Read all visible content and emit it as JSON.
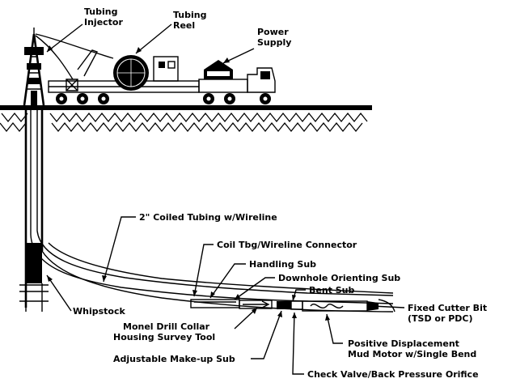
{
  "labels": {
    "tubing_injector": [
      "Tubing",
      "Injector"
    ],
    "tubing_reel": [
      "Tubing",
      "Reel"
    ],
    "power_supply": [
      "Power",
      "Supply"
    ],
    "coiled_tubing": "2\" Coiled Tubing w/Wireline",
    "connector": "Coil Tbg/Wireline Connector",
    "handling_sub": "Handling Sub",
    "orienting_sub": "Downhole Orienting Sub",
    "bent_sub": "Bent Sub",
    "fixed_cutter_bit": [
      "Fixed Cutter Bit",
      "(TSD or PDC)"
    ],
    "whipstock": "Whipstock",
    "monel_collar": [
      "Monel Drill Collar",
      "Housing Survey Tool"
    ],
    "makeup_sub": "Adjustable Make-up Sub",
    "pdm": [
      "Positive Displacement",
      "Mud Motor w/Single Bend"
    ],
    "check_valve": "Check Valve/Back Pressure Orifice"
  },
  "colors": {
    "ink": "#000000",
    "paper": "#ffffff"
  }
}
